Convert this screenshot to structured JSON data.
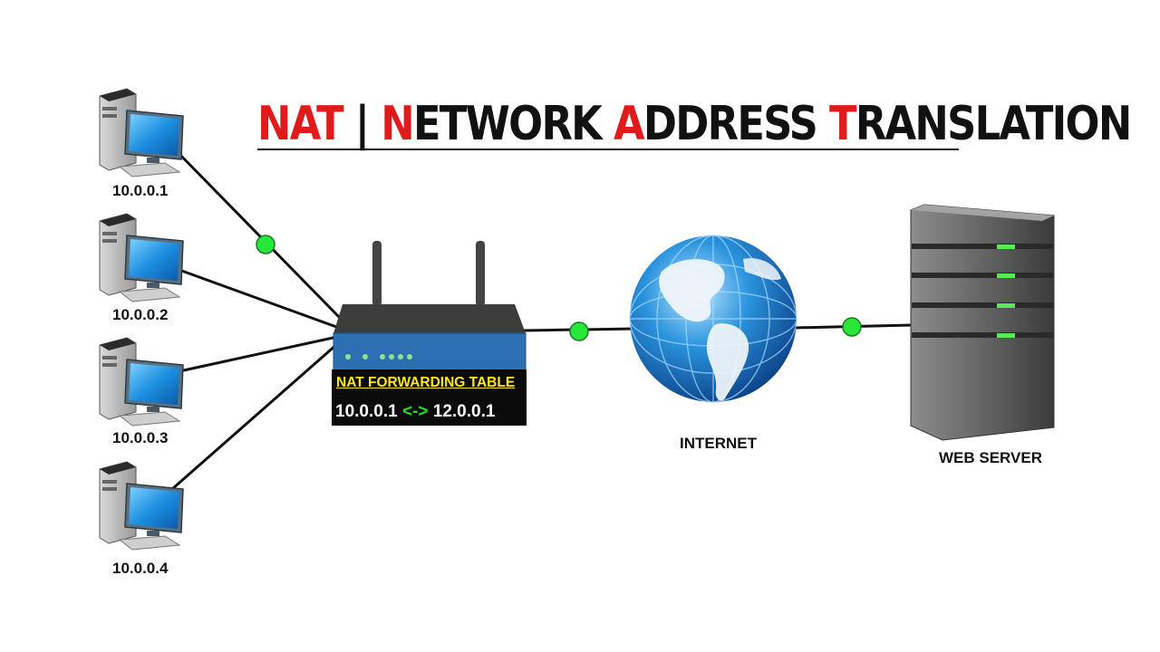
{
  "title": {
    "segments": [
      {
        "text": "NAT",
        "color": "#e01b1b"
      },
      {
        "text": " | ",
        "color": "#111111"
      },
      {
        "text": "N",
        "color": "#e01b1b"
      },
      {
        "text": "ETWORK ",
        "color": "#111111"
      },
      {
        "text": "A",
        "color": "#e01b1b"
      },
      {
        "text": "DDRESS ",
        "color": "#111111"
      },
      {
        "text": "T",
        "color": "#e01b1b"
      },
      {
        "text": "RANSLATION",
        "color": "#111111"
      }
    ]
  },
  "clients": [
    {
      "ip": "10.0.0.1"
    },
    {
      "ip": "10.0.0.2"
    },
    {
      "ip": "10.0.0.3"
    },
    {
      "ip": "10.0.0.4"
    }
  ],
  "router": {
    "table_title": "NAT FORWARDING TABLE",
    "private_ip": "10.0.0.1",
    "arrow": "<->",
    "public_ip": "12.0.0.1"
  },
  "internet": {
    "label": "INTERNET"
  },
  "server": {
    "label": "WEB SERVER"
  },
  "colors": {
    "accent_red": "#e01b1b",
    "link_dot": "#27e83a",
    "router_blue": "#2d6fb3",
    "table_title": "#ffe81a",
    "arrow_green": "#1fe01f"
  }
}
